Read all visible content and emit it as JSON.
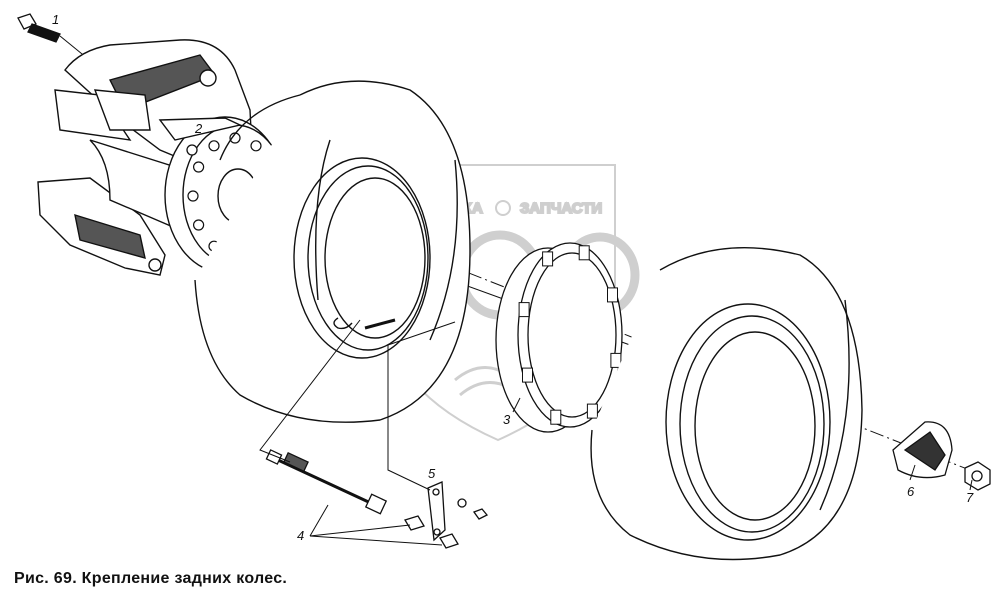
{
  "caption": "Рис. 69. Крепление задних колес.",
  "watermark": {
    "left_word": "ТЕХНИКА",
    "right_word": "ЗАПЧАСТИ"
  },
  "callouts": [
    {
      "id": "1",
      "part": "bolt"
    },
    {
      "id": "2",
      "part": "hub-stud"
    },
    {
      "id": "3",
      "part": "spacer-ring"
    },
    {
      "id": "4",
      "part": "valve-extension"
    },
    {
      "id": "5",
      "part": "bracket"
    },
    {
      "id": "6",
      "part": "clamp"
    },
    {
      "id": "7",
      "part": "nut"
    }
  ],
  "colors": {
    "line": "#111111",
    "watermark": "#c8c8c8",
    "background": "#ffffff"
  }
}
